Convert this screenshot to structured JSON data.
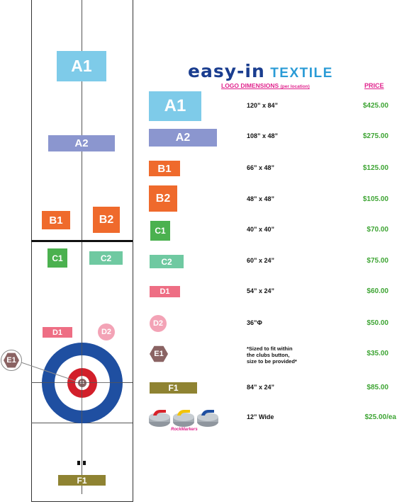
{
  "header": {
    "brand_left": "easy-in",
    "brand_right": "TEXTILE",
    "col_dimensions": "LOGO DIMENSIONS",
    "col_dimensions_sub": "(per location)",
    "col_price": "PRICE"
  },
  "colors": {
    "A": "#7ecbe9",
    "A2": "#8b96cf",
    "B": "#ef6a2c",
    "C1": "#4bb14f",
    "C2": "#6fc9a1",
    "D1": "#ee6e84",
    "D2": "#f3a3b6",
    "E1": "#8a6363",
    "F1": "#8f8332",
    "ring_blue": "#1f4fa1",
    "ring_red": "#d21f2a",
    "price_green": "#3fa535",
    "pink": "#e0228c"
  },
  "sheet_labels": {
    "a1": "A1",
    "a2": "A2",
    "b1": "B1",
    "b2": "B2",
    "c1": "C1",
    "c2": "C2",
    "d1": "D1",
    "d2": "D2",
    "e1": "E1",
    "f1": "F1",
    "button_mark": "E1"
  },
  "items": [
    {
      "code": "A1",
      "dimensions": "120” x 84”",
      "price": "$425.00"
    },
    {
      "code": "A2",
      "dimensions": "108” x 48”",
      "price": "$275.00"
    },
    {
      "code": "B1",
      "dimensions": "66” x 48”",
      "price": "$125.00"
    },
    {
      "code": "B2",
      "dimensions": "48” x 48”",
      "price": "$105.00"
    },
    {
      "code": "C1",
      "dimensions": "40” x 40”",
      "price": "$70.00"
    },
    {
      "code": "C2",
      "dimensions": "60” x 24”",
      "price": "$75.00"
    },
    {
      "code": "D1",
      "dimensions": "54” x 24”",
      "price": "$60.00"
    },
    {
      "code": "D2",
      "dimensions": "36”Φ",
      "price": "$50.00"
    },
    {
      "code": "E1",
      "dimensions_lines": [
        "*Sized to fit within",
        "the clubs button,",
        "size to be provided*"
      ],
      "price": "$35.00"
    },
    {
      "code": "F1",
      "dimensions": "84” x 24”",
      "price": "$85.00"
    },
    {
      "code": "RockMarkers",
      "dimensions": "12” Wide",
      "price": "$25.00/ea",
      "caption": "RockMarkers"
    }
  ]
}
